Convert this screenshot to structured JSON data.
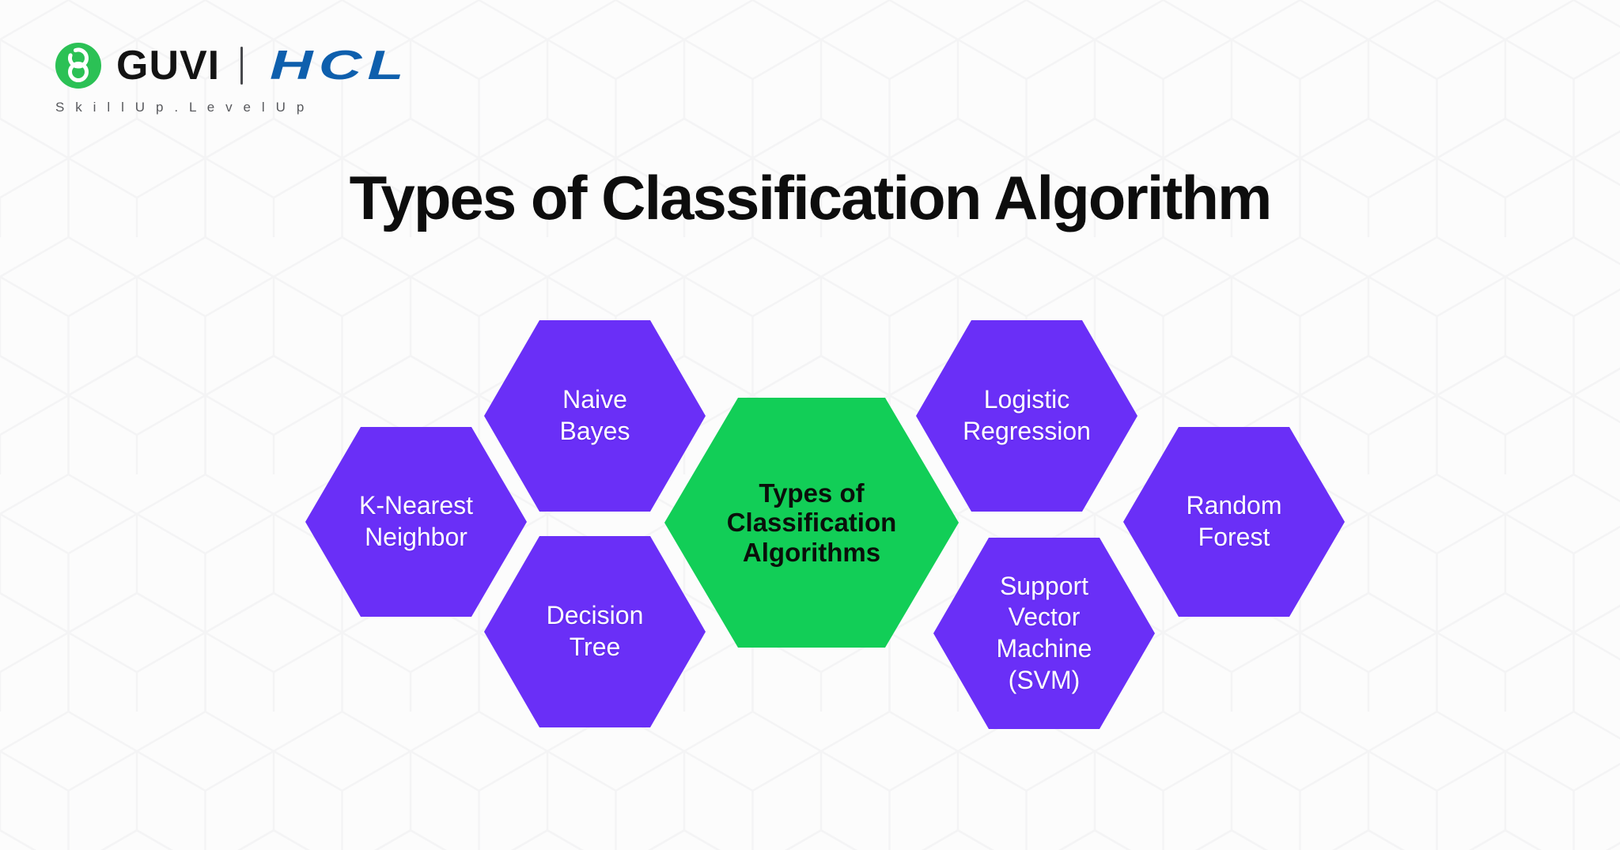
{
  "brand": {
    "guvi": "GUVI",
    "hcl": "HCL",
    "tagline": "S k i l l  U p .  L e v e l  U p"
  },
  "title": "Types of Classification Algorithm",
  "diagram": {
    "center": {
      "id": "types-of-classification-algorithms",
      "label": "Types of\nClassification\nAlgorithms"
    },
    "nodes": [
      {
        "id": "k-nearest-neighbor",
        "label": "K-Nearest\nNeighbor"
      },
      {
        "id": "naive-bayes",
        "label": "Naive\nBayes"
      },
      {
        "id": "decision-tree",
        "label": "Decision\nTree"
      },
      {
        "id": "logistic-regression",
        "label": "Logistic\nRegression"
      },
      {
        "id": "support-vector-machine",
        "label": "Support\nVector\nMachine\n(SVM)"
      },
      {
        "id": "random-forest",
        "label": "Random\nForest"
      }
    ]
  },
  "colors": {
    "node-purple": "#6A2FF7",
    "node-green": "#12CE57",
    "logo-green": "#2BC155",
    "hcl-blue": "#0E5FAD",
    "title-color": "#0D0D0D",
    "page-bg": "#FCFCFC",
    "pattern-line": "#F4F4F5",
    "tagline-color": "#57585C"
  }
}
